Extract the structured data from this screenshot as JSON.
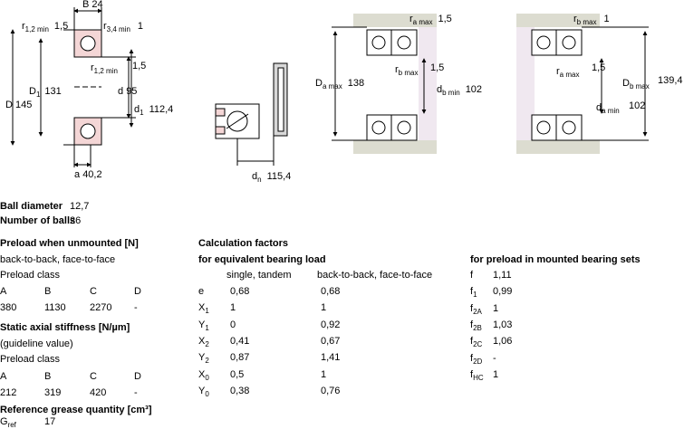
{
  "drawing": {
    "d1": {
      "B": "B",
      "B_val": "24",
      "r12": "r",
      "r12_sub": "1,2 min",
      "r12_val": "1,5",
      "r34": "r",
      "r34_sub": "3,4 min",
      "r34_val": "1",
      "r12b": "r",
      "r12b_sub": "1,2 min",
      "r12b_val": "1,5",
      "D": "D",
      "D_val": "145",
      "D1": "D",
      "D1_sub": "1",
      "D1_val": "131",
      "d": "d",
      "d_val": "95",
      "d1": "d",
      "d1_sub": "1",
      "d1_val": "112,4",
      "a": "a",
      "a_val": "40,2"
    },
    "d2": {
      "dn": "d",
      "dn_sub": "n",
      "dn_val": "115,4"
    },
    "d3": {
      "ra": "r",
      "ra_sub": "a max",
      "ra_val": "1,5",
      "rb": "r",
      "rb_sub": "b max",
      "rb_val": "1,5",
      "Da": "D",
      "Da_sub": "a max",
      "Da_val": "138",
      "db": "d",
      "db_sub": "b min",
      "db_val": "102"
    },
    "d4": {
      "rb": "r",
      "rb_sub": "b max",
      "rb_val": "1",
      "ra": "r",
      "ra_sub": "a max",
      "ra_val": "1,5",
      "Db": "D",
      "Db_sub": "b max",
      "Db_val": "139,4",
      "da": "d",
      "da_sub": "a min",
      "da_val": "102"
    }
  },
  "ball": {
    "diameter_label": "Ball diameter",
    "diameter_value": "12,7",
    "count_label": "Number of balls",
    "count_value": "26"
  },
  "preload": {
    "title": "Preload when unmounted [N]",
    "arrangement": "back-to-back, face-to-face",
    "class_label": "Preload class",
    "classes": [
      "A",
      "B",
      "C",
      "D"
    ],
    "values": [
      "380",
      "1130",
      "2270",
      "-"
    ]
  },
  "stiffness": {
    "title": "Static axial stiffness [N/µm]",
    "note": "(guideline value)",
    "class_label": "Preload class",
    "classes": [
      "A",
      "B",
      "C",
      "D"
    ],
    "values": [
      "212",
      "319",
      "420",
      "-"
    ]
  },
  "grease": {
    "title": "Reference grease quantity [cm³]",
    "symbol": "G",
    "symbol_sub": "ref",
    "value": "17"
  },
  "calc": {
    "title": "Calculation factors",
    "subtitle": "for equivalent bearing load",
    "col1": "single, tandem",
    "col2": "back-to-back, face-to-face",
    "rows": [
      {
        "sym": "e",
        "sub": "",
        "v1": "0,68",
        "v2": "0,68"
      },
      {
        "sym": "X",
        "sub": "1",
        "v1": "1",
        "v2": "1"
      },
      {
        "sym": "Y",
        "sub": "1",
        "v1": "0",
        "v2": "0,92"
      },
      {
        "sym": "X",
        "sub": "2",
        "v1": "0,41",
        "v2": "0,67"
      },
      {
        "sym": "Y",
        "sub": "2",
        "v1": "0,87",
        "v2": "1,41"
      },
      {
        "sym": "X",
        "sub": "0",
        "v1": "0,5",
        "v2": "1"
      },
      {
        "sym": "Y",
        "sub": "0",
        "v1": "0,38",
        "v2": "0,76"
      }
    ]
  },
  "mounted": {
    "title": "for preload in mounted bearing sets",
    "rows": [
      {
        "sym": "f",
        "sub": "",
        "val": "1,11"
      },
      {
        "sym": "f",
        "sub": "1",
        "val": "0,99"
      },
      {
        "sym": "f",
        "sub": "2A",
        "val": "1"
      },
      {
        "sym": "f",
        "sub": "2B",
        "val": "1,03"
      },
      {
        "sym": "f",
        "sub": "2C",
        "val": "1,06"
      },
      {
        "sym": "f",
        "sub": "2D",
        "val": "-"
      },
      {
        "sym": "f",
        "sub": "HC",
        "val": "1"
      }
    ]
  }
}
